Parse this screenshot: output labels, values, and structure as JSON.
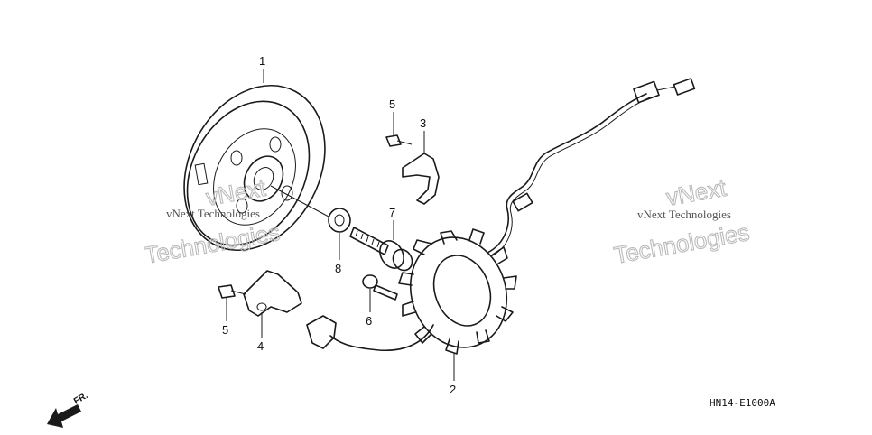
{
  "callouts": {
    "part_1": "1",
    "part_2": "2",
    "part_3": "3",
    "part_4": "4",
    "part_5_top": "5",
    "part_5_bottom": "5",
    "part_6": "6",
    "part_7": "7",
    "part_8": "8"
  },
  "diagram_code": "HN14-E1000A",
  "direction_label": "FR.",
  "watermarks": {
    "left_small": "vNext Technologies",
    "left_big_line1": "vNext",
    "left_big_line2": "Technologies",
    "right_small": "vNext Technologies",
    "right_big_line1": "vNext",
    "right_big_line2": "Technologies"
  }
}
